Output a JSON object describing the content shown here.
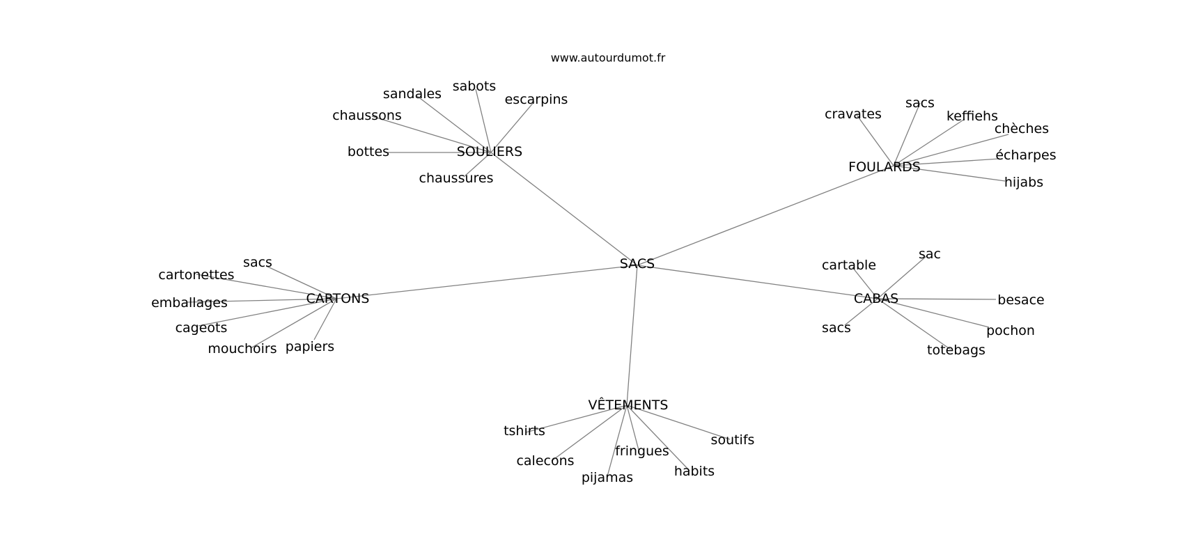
{
  "site": "www.autourdumot.fr",
  "center": "SACS",
  "clusters": [
    {
      "hub": "SOULIERS",
      "words": [
        "escarpins",
        "sabots",
        "sandales",
        "chaussons",
        "bottes",
        "chaussures"
      ]
    },
    {
      "hub": "FOULARDS",
      "words": [
        "cravates",
        "sacs",
        "keffiehs",
        "chèches",
        "écharpes",
        "hijabs"
      ]
    },
    {
      "hub": "CARTONS",
      "words": [
        "sacs",
        "cartonettes",
        "emballages",
        "cageots",
        "mouchoirs",
        "papiers"
      ]
    },
    {
      "hub": "CABAS",
      "words": [
        "cartable",
        "sac",
        "besace",
        "pochon",
        "totebags",
        "sacs"
      ]
    },
    {
      "hub": "VÊTEMENTS",
      "words": [
        "tshirts",
        "calecons",
        "pijamas",
        "fringues",
        "habits",
        "soutifs"
      ]
    }
  ]
}
